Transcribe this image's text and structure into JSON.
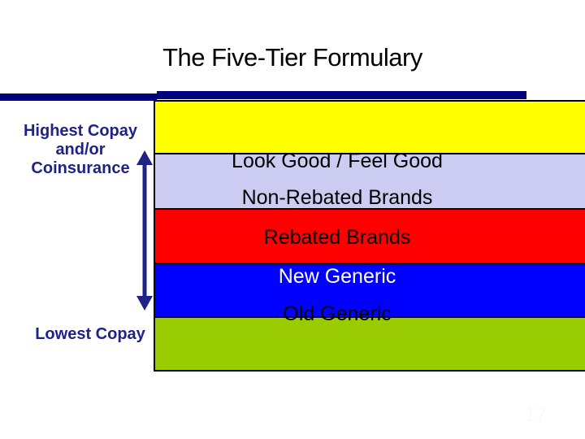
{
  "slide": {
    "title": "The Five-Tier Formulary",
    "slide_number": "17"
  },
  "colors": {
    "accent_bar": "#00007F",
    "side_text": "#1F2287",
    "arrow": "#1F2287",
    "border": "#000000",
    "slide_number_text": "#FAFAFA"
  },
  "side_labels": {
    "top_lines": [
      "Highest Copay",
      "and/or",
      "Coinsurance"
    ],
    "bottom": "Lowest Copay"
  },
  "tiers": [
    {
      "label": "Look Good / Feel Good",
      "fill": "#FFFF00",
      "label_color": "#000000"
    },
    {
      "label": "Non-Rebated Brands",
      "fill": "#CCCCF2",
      "label_color": "#000000"
    },
    {
      "label": "Rebated Brands",
      "fill": "#FF0000",
      "label_color": "#000000"
    },
    {
      "label": "New Generic",
      "fill": "#0000FE",
      "label_color": "#FFFFFF"
    },
    {
      "label": "Old Generic",
      "fill": "#99CC00",
      "label_color": "#000000"
    }
  ]
}
